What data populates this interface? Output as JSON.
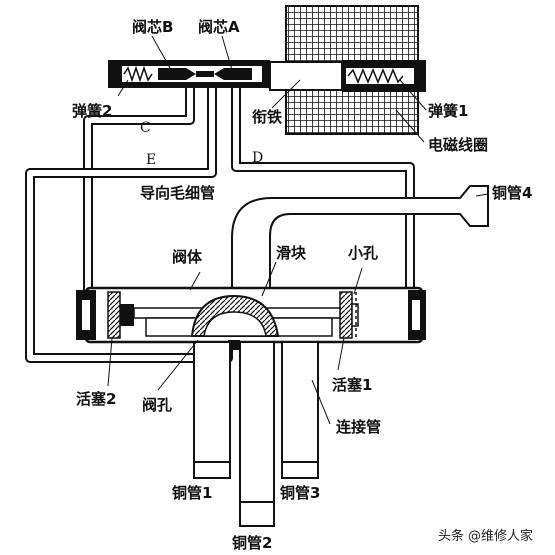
{
  "labels": {
    "valve_core_b": "阀芯B",
    "valve_core_a": "阀芯A",
    "spring_2": "弹簧2",
    "spring_1": "弹簧1",
    "armature": "衔铁",
    "solenoid_coil": "电磁线圈",
    "capillary_guide": "导向毛细管",
    "copper_pipe_4": "铜管4",
    "valve_body": "阀体",
    "slider": "滑块",
    "small_hole": "小孔",
    "piston_2": "活塞2",
    "piston_1": "活塞1",
    "valve_hole": "阀孔",
    "connecting_pipe": "连接管",
    "copper_pipe_1": "铜管1",
    "copper_pipe_3": "铜管3",
    "copper_pipe_2": "铜管2",
    "pipe_c": "C",
    "pipe_e": "E",
    "pipe_d": "D"
  },
  "watermark": {
    "brand": "头条",
    "account": "@维修人家"
  }
}
